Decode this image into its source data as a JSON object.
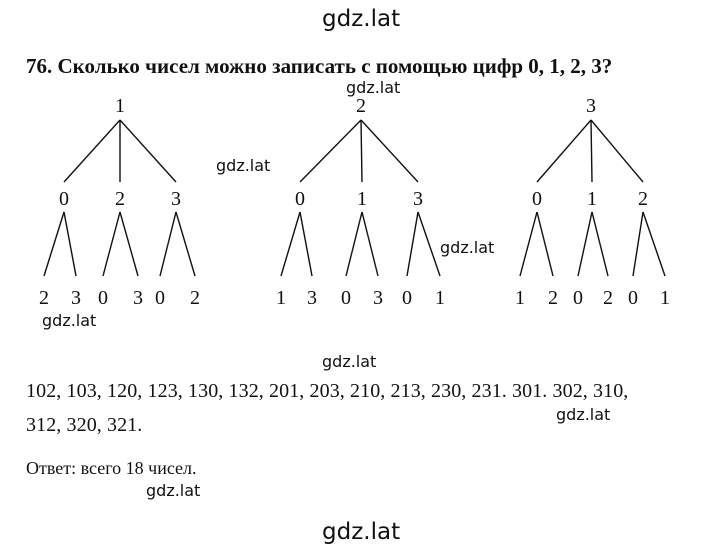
{
  "watermark": "gdz.lat",
  "problem": {
    "number": "76.",
    "question": "Сколько чисел можно записать с помощью цифр 0, 1, 2, 3?"
  },
  "trees": [
    {
      "root": "1",
      "children": [
        {
          "digit": "0",
          "leaves": [
            "2",
            "3"
          ]
        },
        {
          "digit": "2",
          "leaves": [
            "0",
            "3"
          ]
        },
        {
          "digit": "3",
          "leaves": [
            "0",
            "2"
          ]
        }
      ]
    },
    {
      "root": "2",
      "children": [
        {
          "digit": "0",
          "leaves": [
            "1",
            "3"
          ]
        },
        {
          "digit": "1",
          "leaves": [
            "0",
            "3"
          ]
        },
        {
          "digit": "3",
          "leaves": [
            "0",
            "1"
          ]
        }
      ]
    },
    {
      "root": "3",
      "children": [
        {
          "digit": "0",
          "leaves": [
            "1",
            "2"
          ]
        },
        {
          "digit": "1",
          "leaves": [
            "0",
            "2"
          ]
        },
        {
          "digit": "2",
          "leaves": [
            "0",
            "1"
          ]
        }
      ]
    }
  ],
  "numbers": {
    "line1": "102, 103, 120, 123, 130, 132, 201, 203, 210, 213, 230, 231. 301. 302, 310,",
    "line2": "312, 320, 321."
  },
  "answer": "Ответ: всего 18 чисел."
}
